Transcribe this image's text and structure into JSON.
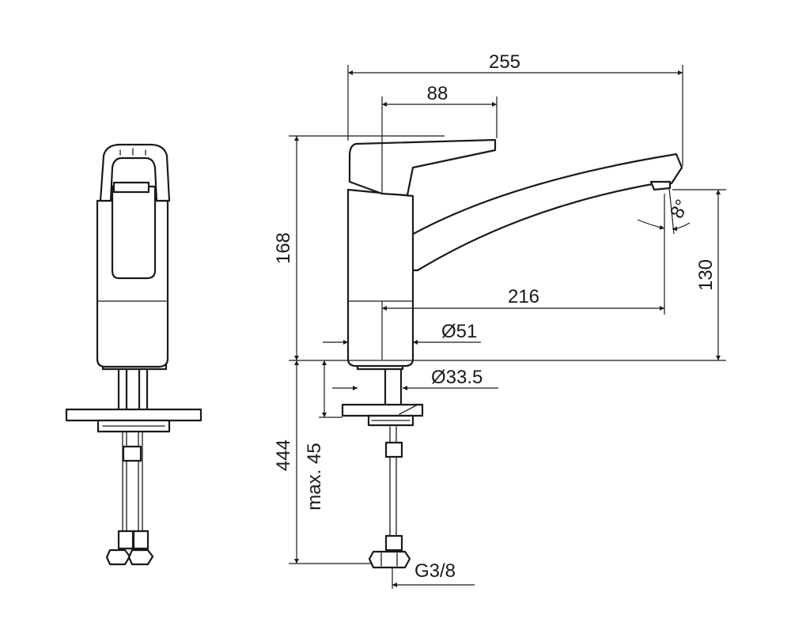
{
  "dimensions": {
    "overall_width": "255",
    "lever_length": "88",
    "height": "168",
    "spout_height": "130",
    "spout_reach": "216",
    "body_diameter": "Ø51",
    "shank_diameter": "Ø33.5",
    "angle": "8°",
    "total_length": "444",
    "max_thickness": "max. 45",
    "connection_thread": "G3/8"
  },
  "colors": {
    "line": "#1a1a1a",
    "background": "#ffffff"
  }
}
